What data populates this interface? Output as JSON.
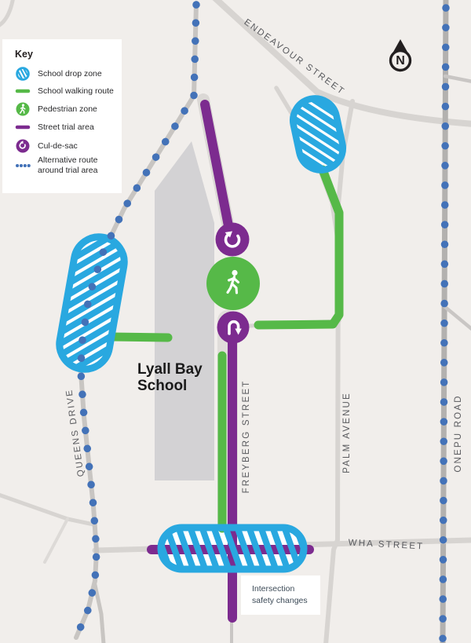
{
  "colors": {
    "drop_zone_blue": "#29A8E0",
    "walking_route_green": "#56B948",
    "trial_area_purple": "#7C2B8F",
    "alt_route_dot_blue": "#4372B8",
    "road_gray": "#D7D4D1",
    "onepu_road_gray": "#B3B1AF",
    "building_gray": "#D3D2D4",
    "background": "#F1EEEB",
    "text_dark": "#231F20"
  },
  "key": {
    "title": "Key",
    "items": [
      "School drop zone",
      "School walking route",
      "Pedestrian zone",
      "Street trial area",
      "Cul-de-sac"
    ],
    "alt_route_line1": "Alternative route",
    "alt_route_line2": "around trial area"
  },
  "streets": {
    "endeavour": "ENDEAVOUR STREET",
    "queens": "QUEENS DRIVE",
    "freyberg": "FREYBERG STREET",
    "palm": "PALM AVENUE",
    "onepu": "ONEPU ROAD",
    "wha": "WHA STREET"
  },
  "labels": {
    "school_line1": "Lyall Bay",
    "school_line2": "School",
    "annotation_line1": "Intersection",
    "annotation_line2": "safety changes"
  },
  "compass": {
    "letter": "N"
  }
}
